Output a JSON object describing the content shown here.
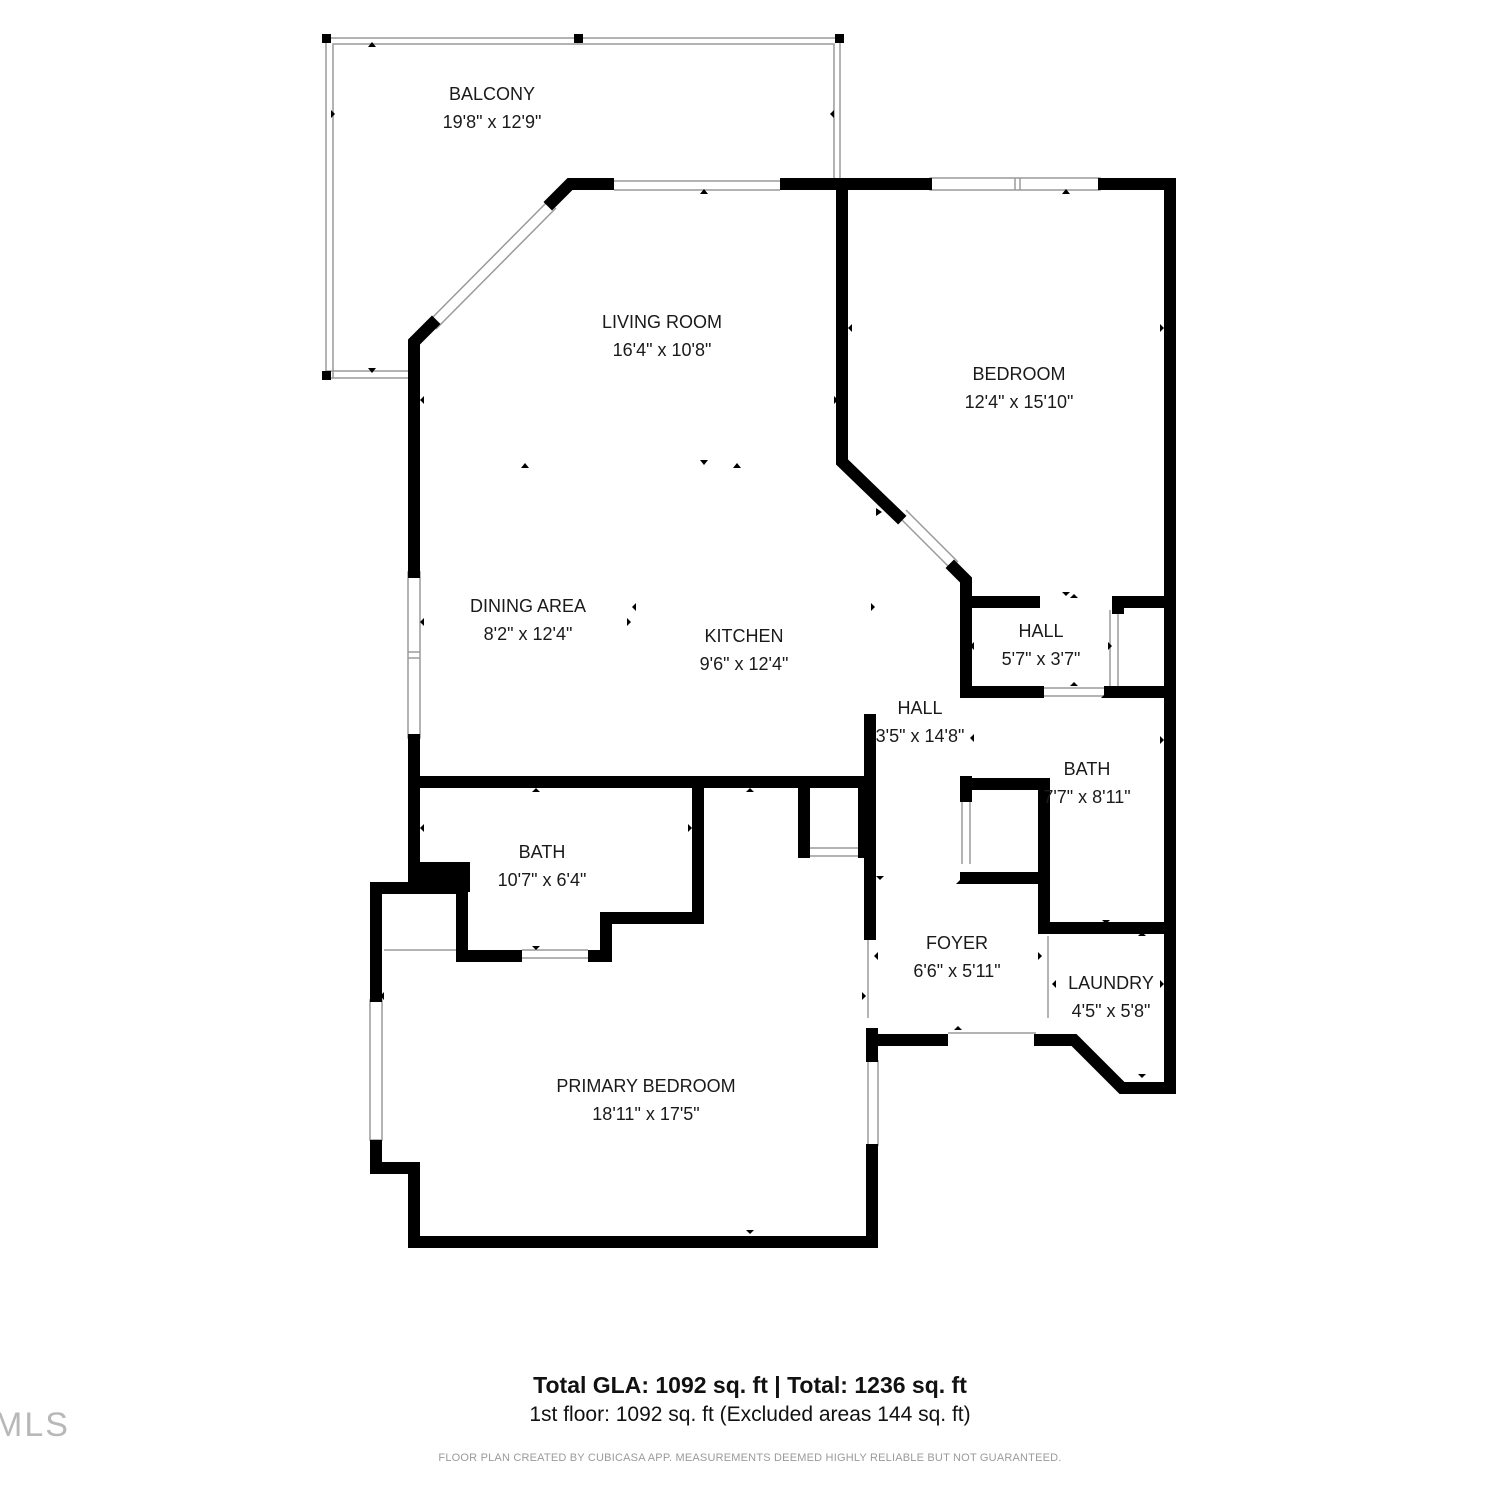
{
  "rooms": [
    {
      "id": "balcony",
      "name": "BALCONY",
      "dims": "19'8\" x 12'9\""
    },
    {
      "id": "living-room",
      "name": "LIVING ROOM",
      "dims": "16'4\" x 10'8\""
    },
    {
      "id": "bedroom",
      "name": "BEDROOM",
      "dims": "12'4\" x 15'10\""
    },
    {
      "id": "dining-area",
      "name": "DINING AREA",
      "dims": "8'2\" x 12'4\""
    },
    {
      "id": "kitchen",
      "name": "KITCHEN",
      "dims": "9'6\" x 12'4\""
    },
    {
      "id": "hall-small",
      "name": "HALL",
      "dims": "5'7\" x 3'7\""
    },
    {
      "id": "hall",
      "name": "HALL",
      "dims": "3'5\" x 14'8\""
    },
    {
      "id": "bath-right",
      "name": "BATH",
      "dims": "7'7\" x 8'11\""
    },
    {
      "id": "bath-left",
      "name": "BATH",
      "dims": "10'7\" x 6'4\""
    },
    {
      "id": "foyer",
      "name": "FOYER",
      "dims": "6'6\" x 5'11\""
    },
    {
      "id": "laundry",
      "name": "LAUNDRY",
      "dims": "4'5\" x 5'8\""
    },
    {
      "id": "primary-bedroom",
      "name": "PRIMARY BEDROOM",
      "dims": "18'11\" x 17'5\""
    }
  ],
  "summary": {
    "total": "Total GLA: 1092 sq. ft | Total: 1236 sq. ft",
    "floor": "1st floor: 1092 sq. ft (Excluded areas 144 sq. ft)"
  },
  "disclaimer": "FLOOR PLAN CREATED BY CUBICASA APP. MEASUREMENTS DEEMED HIGHLY RELIABLE BUT NOT GUARANTEED.",
  "watermark": "MLS",
  "colors": {
    "wall": "#000000",
    "window": "#bbbbbb",
    "text": "#1a1a1a"
  }
}
